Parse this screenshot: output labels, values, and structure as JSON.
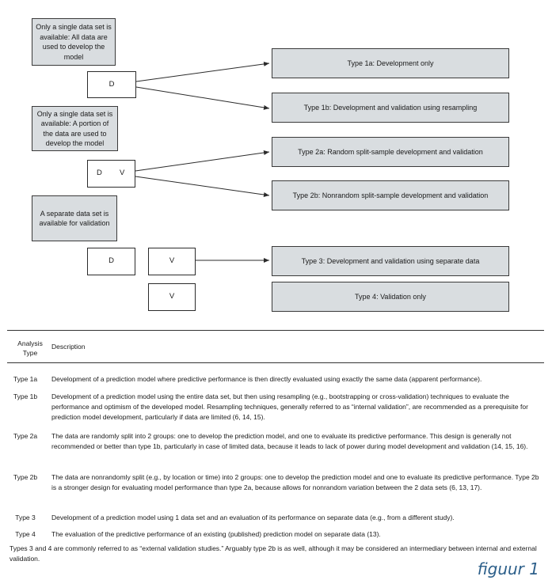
{
  "diagram": {
    "note1": "Only a single data set is available: All data are used to develop the model",
    "note2": "Only a single data set is available: A portion of the data are used to develop the model",
    "note3": "A separate data set is available for validation",
    "data_d": "D",
    "data_v": "V",
    "types": {
      "t1a": "Type 1a: Development only",
      "t1b": "Type 1b: Development and validation using resampling",
      "t2a": "Type 2a: Random split-sample development and validation",
      "t2b": "Type 2b: Nonrandom split-sample development and validation",
      "t3": "Type 3: Development and validation using separate data",
      "t4": "Type 4: Validation only"
    }
  },
  "table": {
    "header_type": "Analysis Type",
    "header_desc": "Description",
    "rows": [
      {
        "type": "Type 1a",
        "desc": "Development of a prediction model where predictive performance is then directly evaluated using exactly the same data (apparent performance)."
      },
      {
        "type": "Type 1b",
        "desc": "Development of a prediction model using the entire data set, but then using resampling (e.g., bootstrapping or cross-validation) techniques to evaluate the performance and optimism of the developed model.  Resampling techniques, generally referred to as “internal validation”, are recommended as a prerequisite for prediction model development, particularly if data are limited (6, 14, 15)."
      },
      {
        "type": "Type 2a",
        "desc": "The data are randomly split into 2 groups: one to develop the prediction model, and one to evaluate its predictive performance.  This design is generally not recommended or better than type 1b, particularly in case of limited data, because it leads to lack of power during model development and validation (14, 15, 16)."
      },
      {
        "type": "Type 2b",
        "desc": "The data are nonrandomly split (e.g., by location or time) into 2 groups: one to develop the prediction model and one to evaluate its predictive performance.  Type 2b is a stronger design for evaluating model performance than type 2a, because allows for nonrandom variation between the 2 data sets (6, 13, 17)."
      },
      {
        "type": "Type 3",
        "desc": "Development of a prediction model using 1 data set and an evaluation of its performance on separate data (e.g., from a different study)."
      },
      {
        "type": "Type 4",
        "desc": "The evaluation of the predictive performance of an existing (published) prediction model on separate data (13)."
      }
    ],
    "footnote": "Types 3 and 4 are commonly referred to as “external validation studies.” Arguably type 2b is as well, although it may be considered an intermediary between internal and external validation."
  },
  "caption": "figuur 1"
}
